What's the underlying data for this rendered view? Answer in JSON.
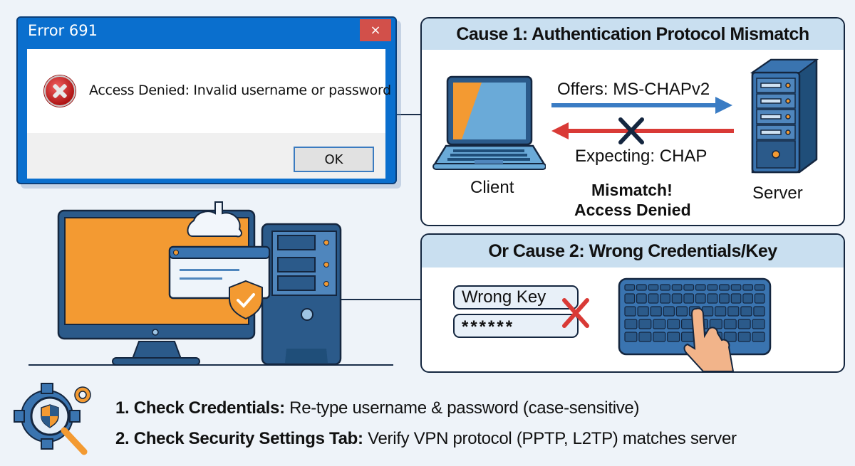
{
  "dialog": {
    "title": "Error 691",
    "close_label": "×",
    "message": "Access Denied: Invalid username or password",
    "ok_label": "OK",
    "icon": "error-x-icon"
  },
  "cause1": {
    "title": "Cause 1: Authentication Protocol Mismatch",
    "client_label": "Client",
    "server_label": "Server",
    "offers_label": "Offers: MS-CHAPv2",
    "expecting_label": "Expecting: CHAP",
    "result_line1": "Mismatch!",
    "result_line2": "Access Denied"
  },
  "cause2": {
    "title": "Or Cause 2: Wrong Credentials/Key",
    "key_field_value": "Wrong Key",
    "password_field_value": "******"
  },
  "tips": [
    {
      "title": "1. Check Credentials:",
      "text": " Re-type username & password (case-sensitive)"
    },
    {
      "title": "2. Check Security Settings Tab:",
      "text": " Verify VPN protocol (PPTP, L2TP) matches server"
    }
  ],
  "colors": {
    "blue_dark": "#1f4e79",
    "blue_mid": "#3a74b0",
    "blue_light": "#6aaad8",
    "orange": "#f39a32",
    "red": "#d93a36",
    "dialog_blue": "#0a6fce"
  }
}
